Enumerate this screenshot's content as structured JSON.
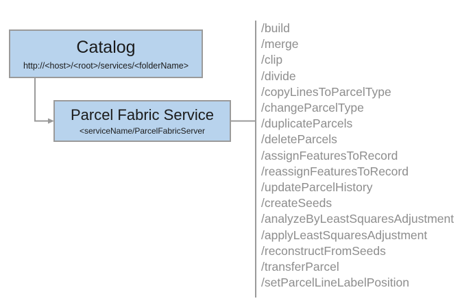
{
  "diagram": {
    "nodes": [
      {
        "id": "catalog",
        "title": "Catalog",
        "subtitle": "http://<host>/<root>/services/<folderName>"
      },
      {
        "id": "parcel-fabric-service",
        "title": "Parcel Fabric Service",
        "subtitle": "<serviceName/ParcelFabricServer"
      }
    ],
    "endpoints": [
      "/build",
      "/merge",
      "/clip",
      "/divide",
      "/copyLinesToParcelType",
      "/changeParcelType",
      "/duplicateParcels",
      "/deleteParcels",
      "/assignFeaturesToRecord",
      "/reassignFeaturesToRecord",
      "/updateParcelHistory",
      "/createSeeds",
      "/analyzeByLeastSquaresAdjustment",
      "/applyLeastSquaresAdjustment",
      "/reconstructFromSeeds",
      "/transferParcel",
      "/setParcelLineLabelPosition"
    ],
    "colors": {
      "node_fill": "#b8d3ed",
      "node_border": "#9a9a9a",
      "connector": "#9a9a9a",
      "divider": "#9a9a9a",
      "endpoint_text": "#8d8d8d",
      "node_text": "#1a1a1a",
      "background": "#ffffff"
    }
  }
}
